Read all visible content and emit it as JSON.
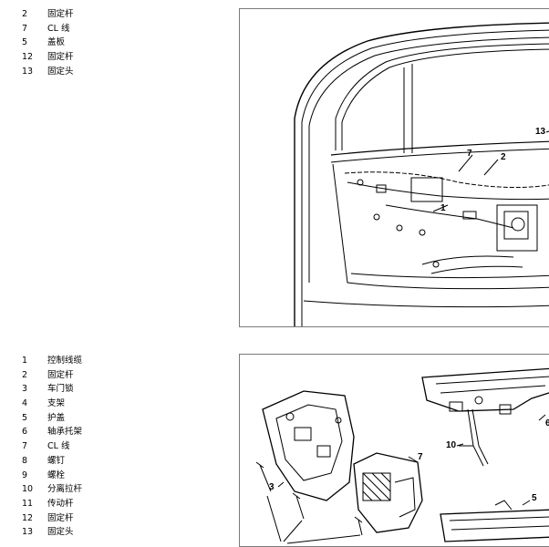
{
  "legend_top": [
    {
      "num": "2",
      "label": "固定杆"
    },
    {
      "num": "7",
      "label": "CL 线"
    },
    {
      "num": "5",
      "label": "盖板"
    },
    {
      "num": "12",
      "label": "固定杆"
    },
    {
      "num": "13",
      "label": "固定头"
    }
  ],
  "legend_bottom": [
    {
      "num": "1",
      "label": "控制线缆"
    },
    {
      "num": "2",
      "label": "固定杆"
    },
    {
      "num": "3",
      "label": "车门锁"
    },
    {
      "num": "4",
      "label": "支架"
    },
    {
      "num": "5",
      "label": "护盖"
    },
    {
      "num": "6",
      "label": "轴承托架"
    },
    {
      "num": "7",
      "label": "CL 线"
    },
    {
      "num": "8",
      "label": "螺钉"
    },
    {
      "num": "9",
      "label": "螺栓"
    },
    {
      "num": "10",
      "label": "分离拉杆"
    },
    {
      "num": "11",
      "label": "传动杆"
    },
    {
      "num": "12",
      "label": "固定杆"
    },
    {
      "num": "13",
      "label": "固定头"
    }
  ],
  "figure_top_callouts": {
    "c1": "1",
    "c2": "2",
    "c7": "7",
    "c13": "13"
  },
  "figure_bottom_callouts": {
    "c3": "3",
    "c5": "5",
    "c6": "6",
    "c7": "7",
    "c10": "10"
  }
}
